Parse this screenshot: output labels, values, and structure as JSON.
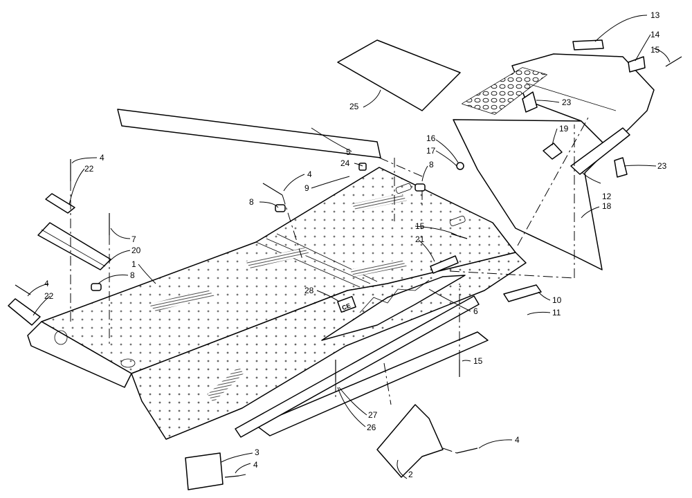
{
  "diagram": {
    "callouts": [
      {
        "id": "c1",
        "label": "1"
      },
      {
        "id": "c2",
        "label": "2"
      },
      {
        "id": "c3",
        "label": "3"
      },
      {
        "id": "c4a",
        "label": "4"
      },
      {
        "id": "c4b",
        "label": "4"
      },
      {
        "id": "c4c",
        "label": "4"
      },
      {
        "id": "c4d",
        "label": "4"
      },
      {
        "id": "c4e",
        "label": "4"
      },
      {
        "id": "c5",
        "label": "5"
      },
      {
        "id": "c6",
        "label": "6"
      },
      {
        "id": "c7",
        "label": "7"
      },
      {
        "id": "c8a",
        "label": "8"
      },
      {
        "id": "c8b",
        "label": "8"
      },
      {
        "id": "c8c",
        "label": "8"
      },
      {
        "id": "c9",
        "label": "9"
      },
      {
        "id": "c10",
        "label": "10"
      },
      {
        "id": "c11",
        "label": "11"
      },
      {
        "id": "c12",
        "label": "12"
      },
      {
        "id": "c13",
        "label": "13"
      },
      {
        "id": "c14",
        "label": "14"
      },
      {
        "id": "c15a",
        "label": "15"
      },
      {
        "id": "c15b",
        "label": "15"
      },
      {
        "id": "c15c",
        "label": "15"
      },
      {
        "id": "c16",
        "label": "16"
      },
      {
        "id": "c17",
        "label": "17"
      },
      {
        "id": "c18",
        "label": "18"
      },
      {
        "id": "c19",
        "label": "19"
      },
      {
        "id": "c20",
        "label": "20"
      },
      {
        "id": "c21",
        "label": "21"
      },
      {
        "id": "c22a",
        "label": "22"
      },
      {
        "id": "c22b",
        "label": "22"
      },
      {
        "id": "c23a",
        "label": "23"
      },
      {
        "id": "c23b",
        "label": "23"
      },
      {
        "id": "c24",
        "label": "24"
      },
      {
        "id": "c25",
        "label": "25"
      },
      {
        "id": "c26",
        "label": "26"
      },
      {
        "id": "c27",
        "label": "27"
      },
      {
        "id": "c28",
        "label": "28"
      }
    ],
    "ce_mark": "CE"
  }
}
